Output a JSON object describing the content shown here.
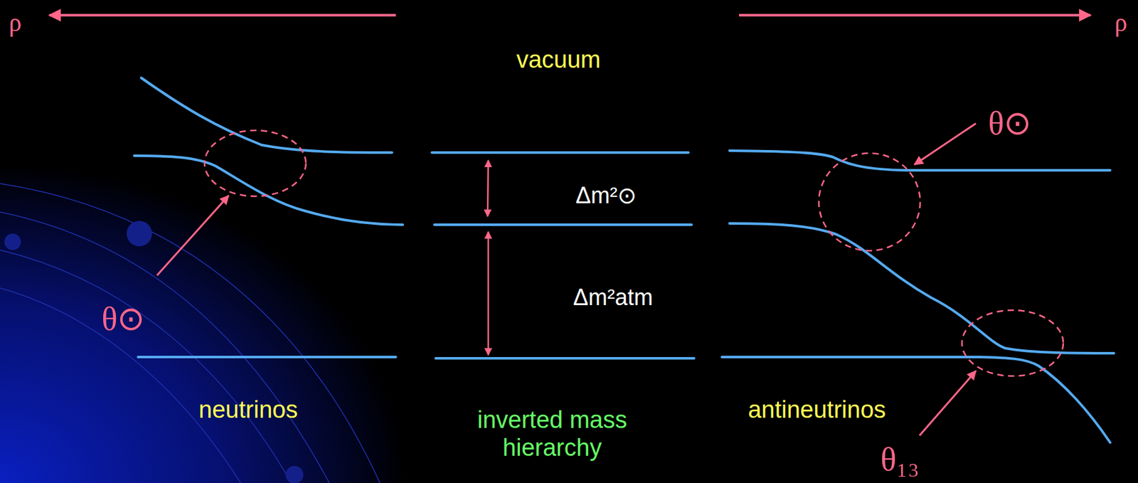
{
  "diagram": {
    "labels": [
      "ρ",
      "vacuum",
      "ρ",
      "θ⊙",
      "Δm²⊙",
      "θ⊙",
      "Δm²atm",
      "neutrinos",
      "inverted mass hierarchy",
      "antineutrinos",
      "θ₁₃"
    ]
  }
}
